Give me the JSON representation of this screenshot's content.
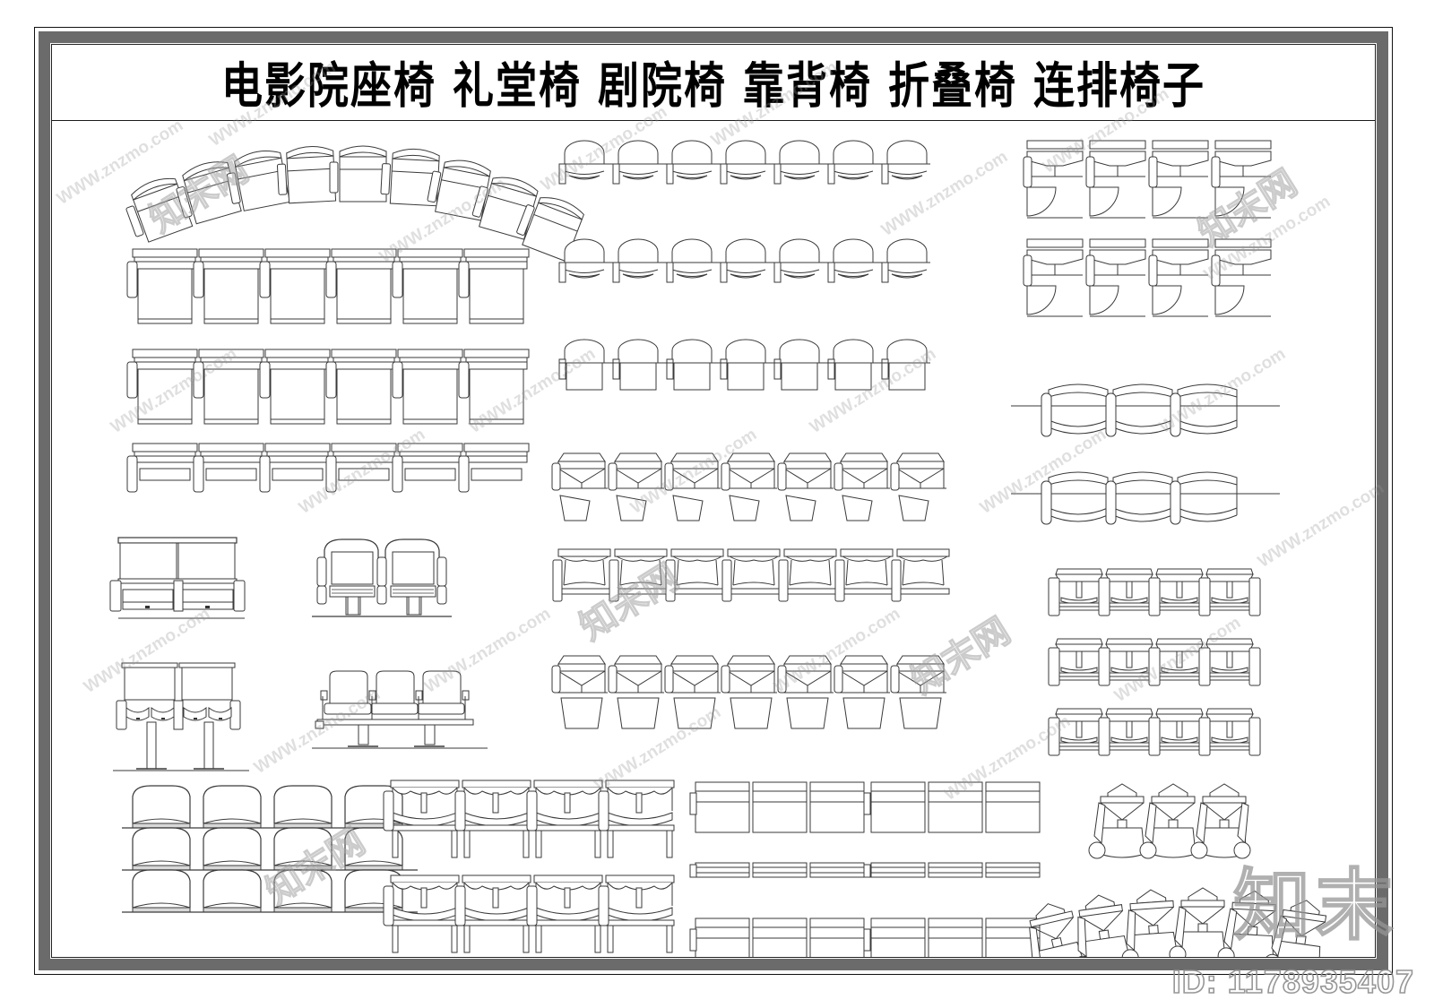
{
  "sheet": {
    "title": "电影院座椅  礼堂椅  剧院椅  靠背椅  折叠椅  连排椅子",
    "id_label": "ID: 1178935407",
    "frame_color": "#6b6b6b",
    "line_color": "#3a3a3a",
    "background": "#ffffff"
  },
  "watermarks": {
    "url_text": "WWW.znzmo.com",
    "brand_text": "知末",
    "brand_logo": "知末网",
    "color": "#969696"
  },
  "blocks": [
    {
      "id": "curved-row-plan",
      "name": "curved-theater-row-plan",
      "column": "left",
      "row": 1,
      "type": "curved-row",
      "seats": 9,
      "description": "弧形排列剧院椅平面图"
    },
    {
      "id": "straight-row-tall-back",
      "name": "straight-row-tall-back-plan",
      "column": "left",
      "row": 2,
      "type": "straight-row",
      "seats": 6,
      "description": "连排靠背椅平面图"
    },
    {
      "id": "straight-row-tall-back-2",
      "name": "straight-row-tall-back-plan-2",
      "column": "left",
      "row": 3,
      "type": "straight-row",
      "seats": 6,
      "description": "连排靠背椅平面图"
    },
    {
      "id": "straight-row-folded",
      "name": "straight-row-folded-plan",
      "column": "left",
      "row": 4,
      "type": "straight-row-folded",
      "seats": 6,
      "description": "折叠椅收起平面图"
    },
    {
      "id": "pair-elevation-a",
      "name": "theater-chair-pair-front-elevation",
      "column": "left",
      "row": 5,
      "type": "pair-elevation",
      "seats": 2,
      "description": "剧院椅双人立面图"
    },
    {
      "id": "pair-elevation-b",
      "name": "folding-chair-pair-side-elevation",
      "column": "left-mid",
      "row": 5,
      "type": "pair-elevation-round",
      "seats": 2,
      "description": "折叠椅双人立面图"
    },
    {
      "id": "pair-pedestal",
      "name": "theater-chair-pair-pedestal-elevation",
      "column": "left",
      "row": 6,
      "type": "pair-pedestal",
      "seats": 2,
      "description": "剧院椅柱式底座立面图"
    },
    {
      "id": "beam-seat-row",
      "name": "beam-mounted-seat-row-elevation",
      "column": "left-mid",
      "row": 6,
      "type": "beam-row",
      "seats": 3,
      "description": "排椅梁式立面图"
    },
    {
      "id": "profile-row-1",
      "name": "seat-back-profile-row-1",
      "column": "left",
      "row": 7,
      "type": "profile-row",
      "seats": 4,
      "description": "靠背椅外轮廓立面"
    },
    {
      "id": "profile-row-2",
      "name": "seat-back-profile-row-2",
      "column": "left",
      "row": 8,
      "type": "profile-row",
      "seats": 4,
      "description": "靠背椅外轮廓立面"
    },
    {
      "id": "profile-row-3",
      "name": "seat-back-profile-row-3",
      "column": "left",
      "row": 9,
      "type": "profile-row",
      "seats": 4,
      "description": "靠背椅外轮廓立面"
    },
    {
      "id": "armchair-row-1",
      "name": "detailed-armchair-row-1",
      "column": "left-mid",
      "row": 8,
      "type": "armchair-row",
      "seats": 4,
      "description": "带扶手连排椅立面图"
    },
    {
      "id": "armchair-row-2",
      "name": "detailed-armchair-row-2",
      "column": "left-mid",
      "row": 9,
      "type": "armchair-row",
      "seats": 4,
      "description": "带扶手连排椅立面图"
    },
    {
      "id": "dome-row-1",
      "name": "dome-back-seat-row-1",
      "column": "mid",
      "row": 1,
      "type": "dome-row",
      "seats": 7,
      "description": "圆弧靠背连排椅平面"
    },
    {
      "id": "dome-row-2",
      "name": "dome-back-seat-row-2",
      "column": "mid",
      "row": 2,
      "type": "dome-row",
      "seats": 7,
      "description": "圆弧靠背连排椅平面"
    },
    {
      "id": "dome-row-3",
      "name": "dome-back-seat-row-3",
      "column": "mid",
      "row": 3,
      "type": "dome-row-square",
      "seats": 6,
      "description": "方形靠背连排椅平面"
    },
    {
      "id": "vback-row-1",
      "name": "v-back-seat-row-1",
      "column": "mid",
      "row": 4,
      "type": "vback-row",
      "seats": 7,
      "description": "V形靠背剧院椅平面"
    },
    {
      "id": "side-elev-row",
      "name": "seat-side-elevation-row",
      "column": "mid",
      "row": 5,
      "type": "side-elev-row",
      "seats": 7,
      "description": "连排椅侧立面"
    },
    {
      "id": "vback-row-2",
      "name": "v-back-seat-row-2",
      "column": "mid",
      "row": 6,
      "type": "vback-row-2",
      "seats": 7,
      "description": "V形靠背剧院椅平面"
    },
    {
      "id": "plan-block-row-1",
      "name": "simple-plan-block-row-1",
      "column": "mid",
      "row": 7,
      "type": "plan-block",
      "seats": 6,
      "description": "简化平面连排椅"
    },
    {
      "id": "plan-thin-row",
      "name": "folded-plan-thin-row",
      "column": "mid",
      "row": 8,
      "type": "plan-thin",
      "seats": 6,
      "description": "折叠收起平面连排椅"
    },
    {
      "id": "plan-block-row-2",
      "name": "simple-plan-block-row-2",
      "column": "mid",
      "row": 9,
      "type": "plan-block",
      "seats": 6,
      "description": "简化平面连排椅"
    },
    {
      "id": "fold-plan-row-1",
      "name": "folding-seat-plan-row-1",
      "column": "right",
      "row": 1,
      "type": "fold-plan-row",
      "seats": 4,
      "description": "折叠座面平面图"
    },
    {
      "id": "fold-plan-row-2",
      "name": "folding-seat-plan-row-2",
      "column": "right",
      "row": 2,
      "type": "fold-plan-row",
      "seats": 4,
      "description": "折叠座面平面图"
    },
    {
      "id": "round-back-row-1",
      "name": "round-back-seat-row-1",
      "column": "right",
      "row": 3,
      "type": "round-back-row",
      "seats": 3,
      "description": "圆靠背连排椅平面"
    },
    {
      "id": "round-back-row-2",
      "name": "round-back-seat-row-2",
      "column": "right",
      "row": 4,
      "type": "round-back-row",
      "seats": 3,
      "description": "圆靠背连排椅平面"
    },
    {
      "id": "frame-seat-row-1",
      "name": "frame-seat-row-1",
      "column": "right",
      "row": 5,
      "type": "frame-seat-row",
      "seats": 4,
      "description": "框架式连排椅立面"
    },
    {
      "id": "frame-seat-row-2",
      "name": "frame-seat-row-2",
      "column": "right",
      "row": 6,
      "type": "frame-seat-row",
      "seats": 4,
      "description": "框架式连排椅立面"
    },
    {
      "id": "frame-seat-row-3",
      "name": "frame-seat-row-3",
      "column": "right",
      "row": 7,
      "type": "frame-seat-row",
      "seats": 4,
      "description": "框架式连排椅立面"
    },
    {
      "id": "detail-plan-row-1",
      "name": "detailed-plan-seat-row-straight",
      "column": "right",
      "row": 8,
      "type": "detail-plan-row",
      "seats": 3,
      "description": "剧院椅详细平面图"
    },
    {
      "id": "detail-plan-row-2",
      "name": "detailed-plan-seat-row-curved",
      "column": "right",
      "row": 9,
      "type": "detail-plan-curved",
      "seats": 5,
      "description": "剧院椅弧形详细平面图"
    }
  ]
}
